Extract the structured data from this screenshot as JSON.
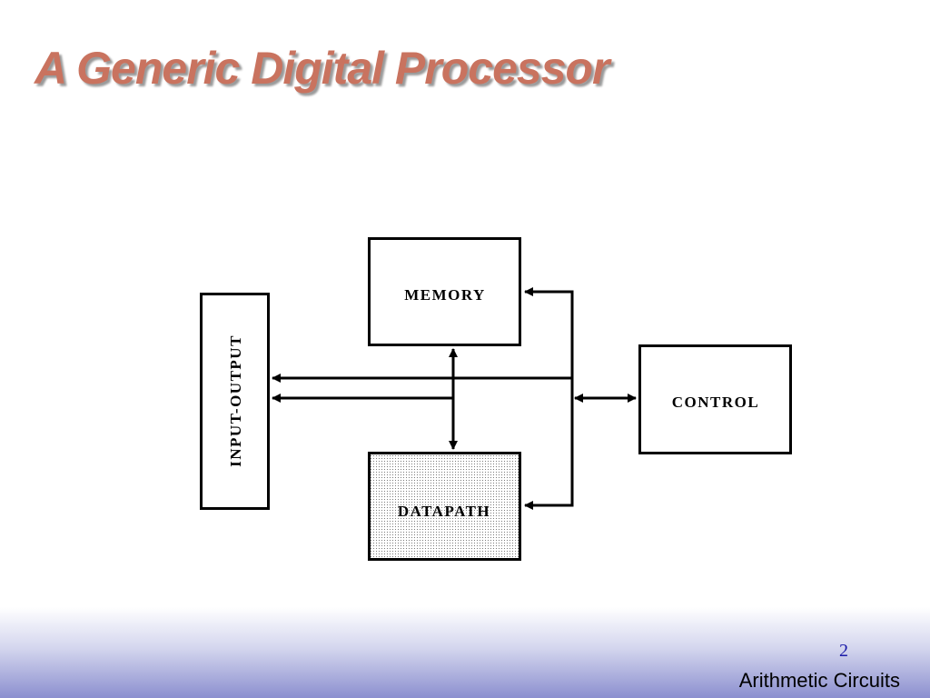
{
  "slide": {
    "title": "A Generic Digital Processor",
    "page_number": "2",
    "footer": "Arithmetic Circuits"
  },
  "diagram": {
    "blocks": {
      "memory": "MEMORY",
      "datapath": "DATAPATH",
      "control": "CONTROL",
      "input_output": "INPUT-OUTPUT"
    }
  },
  "colors": {
    "title": "#c9735f",
    "footer_gradient_end": "#8b8fcf",
    "page_number": "#1a1aa8"
  }
}
